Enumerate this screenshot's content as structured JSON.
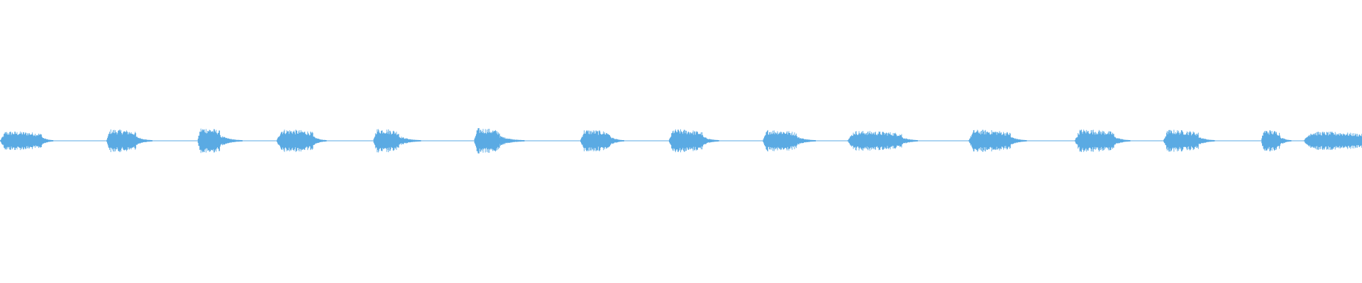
{
  "waveform": {
    "color": "#5aaae3",
    "background": "#ffffff",
    "baseline_amplitude": 0.006,
    "bursts": [
      {
        "start": 0.0,
        "end": 0.031,
        "amplitude": 0.62,
        "decay": 0.008
      },
      {
        "start": 0.078,
        "end": 0.1,
        "amplitude": 0.75,
        "decay": 0.012
      },
      {
        "start": 0.145,
        "end": 0.162,
        "amplitude": 0.85,
        "decay": 0.016
      },
      {
        "start": 0.203,
        "end": 0.23,
        "amplitude": 0.75,
        "decay": 0.01
      },
      {
        "start": 0.274,
        "end": 0.293,
        "amplitude": 0.8,
        "decay": 0.016
      },
      {
        "start": 0.348,
        "end": 0.367,
        "amplitude": 0.83,
        "decay": 0.018
      },
      {
        "start": 0.426,
        "end": 0.448,
        "amplitude": 0.72,
        "decay": 0.01
      },
      {
        "start": 0.491,
        "end": 0.516,
        "amplitude": 0.75,
        "decay": 0.012
      },
      {
        "start": 0.56,
        "end": 0.585,
        "amplitude": 0.72,
        "decay": 0.014
      },
      {
        "start": 0.622,
        "end": 0.662,
        "amplitude": 0.65,
        "decay": 0.012
      },
      {
        "start": 0.711,
        "end": 0.742,
        "amplitude": 0.72,
        "decay": 0.012
      },
      {
        "start": 0.789,
        "end": 0.818,
        "amplitude": 0.75,
        "decay": 0.012
      },
      {
        "start": 0.854,
        "end": 0.88,
        "amplitude": 0.72,
        "decay": 0.012
      },
      {
        "start": 0.926,
        "end": 0.94,
        "amplitude": 0.72,
        "decay": 0.008
      },
      {
        "start": 0.957,
        "end": 1.0,
        "amplitude": 0.6,
        "decay": 0.0
      }
    ]
  }
}
